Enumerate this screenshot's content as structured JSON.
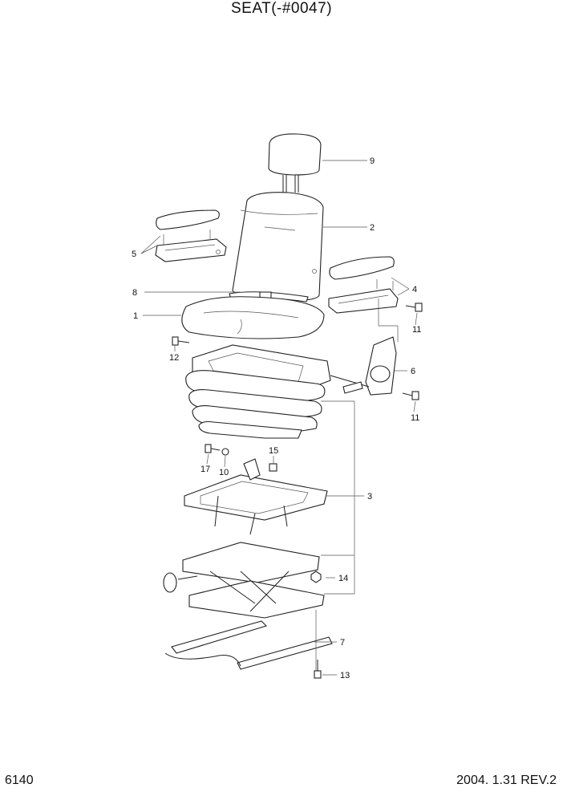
{
  "title": "SEAT(-#0047)",
  "page_code": "6140",
  "revision": "2004. 1.31  REV.2",
  "callouts": {
    "c1": "1",
    "c2": "2",
    "c3": "3",
    "c4": "4",
    "c5": "5",
    "c6": "6",
    "c7": "7",
    "c8": "8",
    "c9": "9",
    "c10": "10",
    "c11a": "11",
    "c11b": "11",
    "c12": "12",
    "c13": "13",
    "c14": "14",
    "c15": "15",
    "c17": "17"
  }
}
